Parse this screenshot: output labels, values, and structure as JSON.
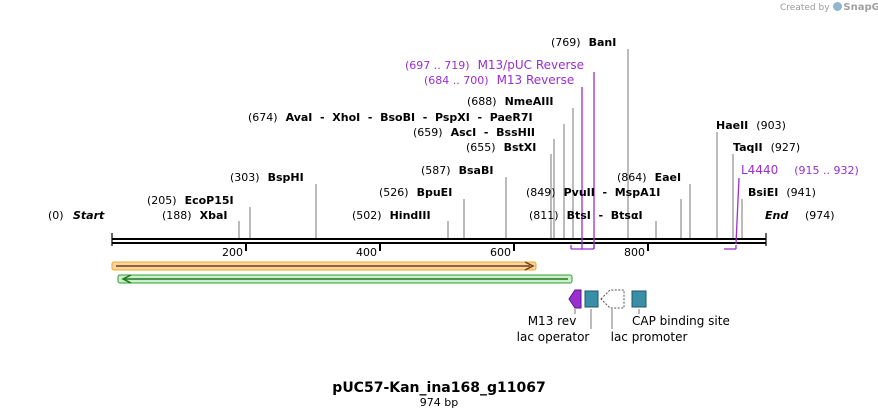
{
  "watermark": {
    "prefix": "Created by",
    "brand": "SnapGene"
  },
  "map": {
    "title": "pUC57-Kan_ina168_g11067",
    "length_label": "974 bp",
    "start_pos": "(0)",
    "start_label": "Start",
    "end_label": "End",
    "end_pos": "(974)",
    "length": 974,
    "ticks": [
      200,
      400,
      600,
      800
    ]
  },
  "sites": [
    {
      "pos": "(769)",
      "name": "BanI",
      "loc": 769
    },
    {
      "pos": "(688)",
      "name": "NmeAIII",
      "loc": 688
    },
    {
      "pos": "(674)",
      "name": "AvaI  -  XhoI  -  BsoBI  -  PspXI  -  PaeR7I",
      "loc": 674
    },
    {
      "pos": "(659)",
      "name": "AscI  -  BssHII",
      "loc": 659
    },
    {
      "pos": "(655)",
      "name": "BstXI",
      "loc": 655
    },
    {
      "pos": "(587)",
      "name": "BsaBI",
      "loc": 587
    },
    {
      "pos": "(526)",
      "name": "BpuEI",
      "loc": 526
    },
    {
      "pos": "(502)",
      "name": "HindIII",
      "loc": 502
    },
    {
      "pos": "(303)",
      "name": "BspHI",
      "loc": 303
    },
    {
      "pos": "(205)",
      "name": "EcoP15I",
      "loc": 205
    },
    {
      "pos": "(188)",
      "name": "XbaI",
      "loc": 188
    },
    {
      "pos": "(849)",
      "name": "PvuII  -  MspA1I",
      "loc": 849
    },
    {
      "pos": "(811)",
      "name": "BtsI  -  BtsαI",
      "loc": 811
    },
    {
      "pos": "(864)",
      "name": "EaeI",
      "loc": 864
    },
    {
      "pos": "(903)",
      "name": "HaeII",
      "loc": 903
    },
    {
      "pos": "(927)",
      "name": "TaqII",
      "loc": 927
    },
    {
      "pos": "(941)",
      "name": "BsiEI",
      "loc": 941
    }
  ],
  "primers": [
    {
      "range": "(697 .. 719)",
      "name": "M13/pUC Reverse",
      "start": 697,
      "end": 719
    },
    {
      "range": "(684 .. 700)",
      "name": "M13 Reverse",
      "start": 684,
      "end": 700
    },
    {
      "name": "L4440",
      "range": "(915 .. 932)",
      "start": 915,
      "end": 932
    }
  ],
  "features": {
    "m13_rev": "M13 rev",
    "lac_operator": "lac operator",
    "lac_promoter": "lac promoter",
    "cap_site": "CAP binding site"
  },
  "colors": {
    "primer": "#9a2ed0",
    "orange_arrow": "#f5a623",
    "green_arrow": "#2f9e2f",
    "feature_teal": "#3a8fa8",
    "feature_purple": "#9a2ed0"
  }
}
